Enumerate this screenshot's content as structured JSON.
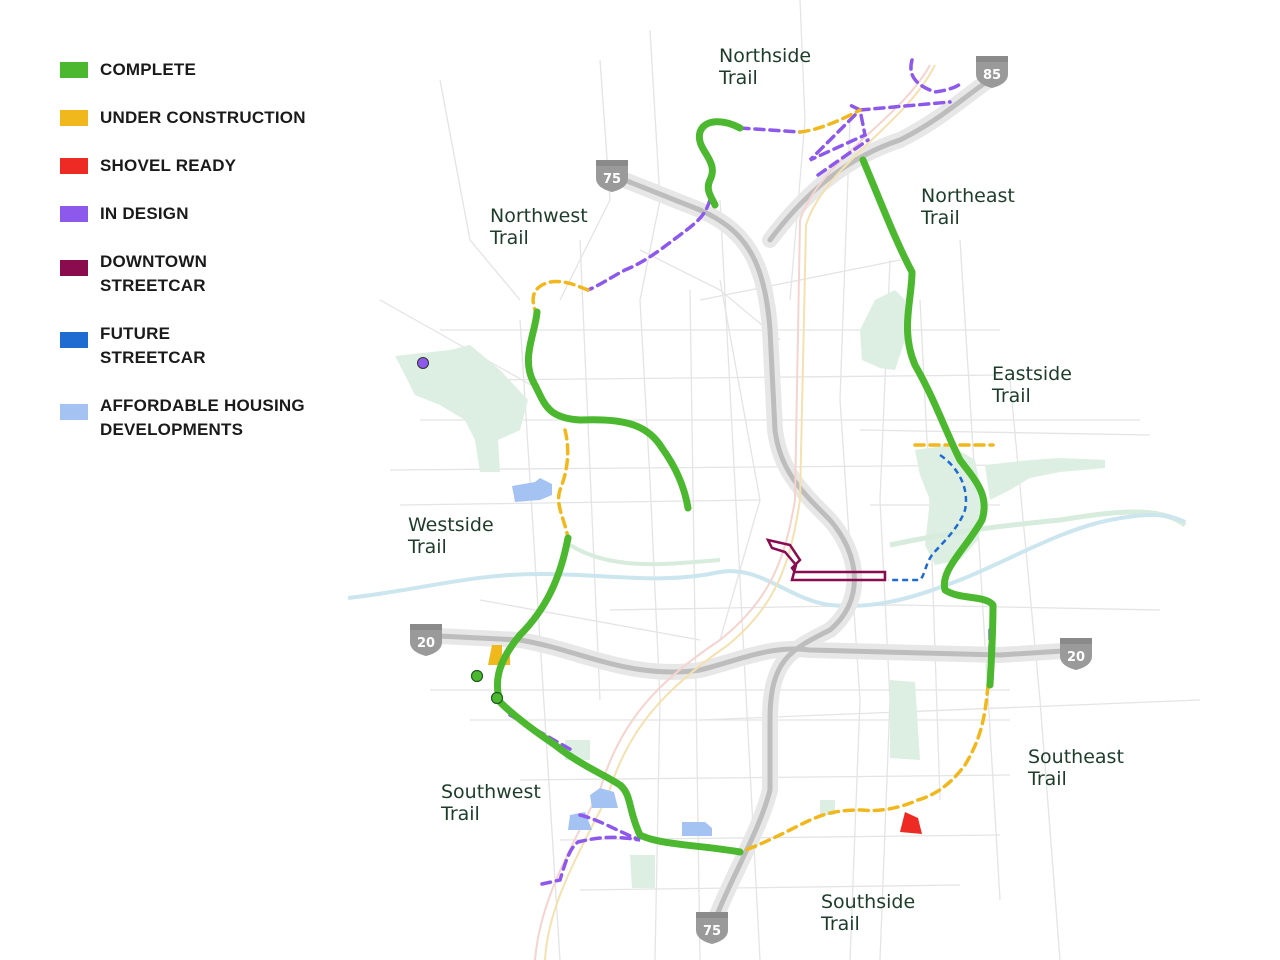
{
  "legend": [
    {
      "label": "COMPLETE",
      "color": "#4cb82f"
    },
    {
      "label": "UNDER CONSTRUCTION",
      "color": "#f0b81c"
    },
    {
      "label": "SHOVEL READY",
      "color": "#ee2a24"
    },
    {
      "label": "IN DESIGN",
      "color": "#8d58ec"
    },
    {
      "label": "DOWNTOWN\nSTREETCAR",
      "color": "#8a0c4e"
    },
    {
      "label": "FUTURE\nSTREETCAR",
      "color": "#1e6bd1"
    },
    {
      "label": "AFFORDABLE HOUSING\nDEVELOPMENTS",
      "color": "#a4c2f2"
    }
  ],
  "trails": {
    "northside": [
      "Northside",
      "Trail"
    ],
    "northwest": [
      "Northwest",
      "Trail"
    ],
    "northeast": [
      "Northeast",
      "Trail"
    ],
    "eastside": [
      "Eastside",
      "Trail"
    ],
    "westside": [
      "Westside",
      "Trail"
    ],
    "southwest": [
      "Southwest",
      "Trail"
    ],
    "southeast": [
      "Southeast",
      "Trail"
    ],
    "southside": [
      "Southside",
      "Trail"
    ]
  },
  "highways": {
    "i85": "85",
    "i75_north": "75",
    "i20_west": "20",
    "i20_east": "20",
    "i75_south": "75"
  }
}
